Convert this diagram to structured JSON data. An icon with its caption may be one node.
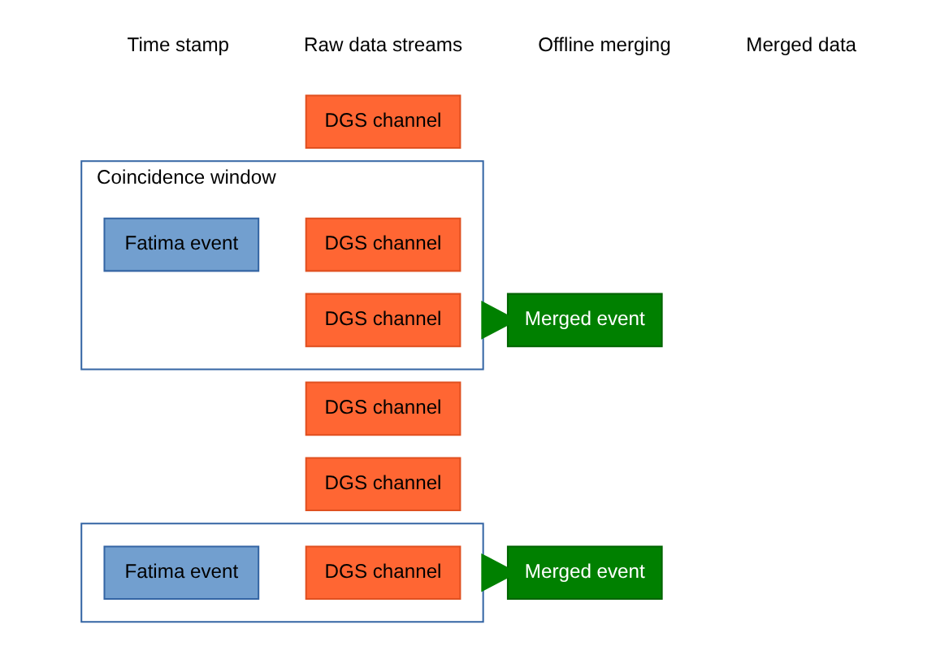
{
  "diagram": {
    "nodes": [
      {
        "text": [
          "DGS channel"
        ]
      },
      {
        "text": [
          "Coincidence window"
        ]
      },
      {
        "text": [
          "Fatima event"
        ],
        "in": 1
      },
      {
        "text": [
          "DGS channel"
        ],
        "in": 1
      },
      {
        "text": [
          "DGS channel"
        ],
        "in": 1
      },
      {
        "text": [
          "Merged event"
        ]
      },
      {
        "text": [
          "DGS channel"
        ]
      },
      {
        "text": [
          "DGS channel"
        ]
      },
      {
        "text": [],
        "shape": "box"
      },
      {
        "text": [
          "Fatima event"
        ],
        "in": 8
      },
      {
        "text": [
          "DGS channel"
        ],
        "in": 8
      },
      {
        "text": [
          "Merged event"
        ]
      }
    ],
    "edges": [
      {
        "from": 1,
        "to": 5,
        "arrow": "to",
        "style": "thick"
      },
      {
        "from": 8,
        "to": 11,
        "arrow": "to",
        "style": "thick"
      }
    ],
    "labels": [
      "Time stamp",
      "Raw data streams",
      "Offline merging",
      "Merged data"
    ]
  }
}
